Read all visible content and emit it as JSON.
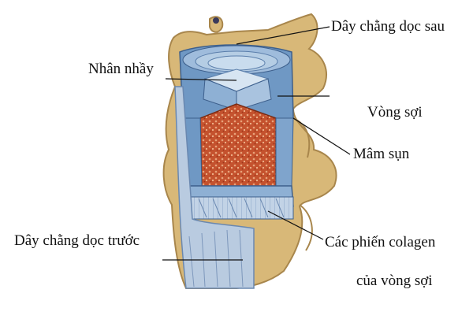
{
  "labels": {
    "posterior_longitudinal_ligament": "Dây chằng dọc sau",
    "nucleus_pulposus": "Nhân nhầy",
    "annulus_fibrosus": "Vòng sợi",
    "cartilage_endplate": "Mâm sụn",
    "anterior_longitudinal_ligament": "Dây chằng dọc trước",
    "collagen_lamellae_line1": "Các phiến colagen",
    "collagen_lamellae_line2": "của vòng sợi"
  },
  "colors": {
    "bone": "#d8b878",
    "bone_shadow": "#a8864c",
    "disc_blue": "#6f98c4",
    "disc_light": "#bcd2e6",
    "spongy_bone": "#c4522e",
    "ligament": "#b9cbe0",
    "line": "#111111"
  }
}
